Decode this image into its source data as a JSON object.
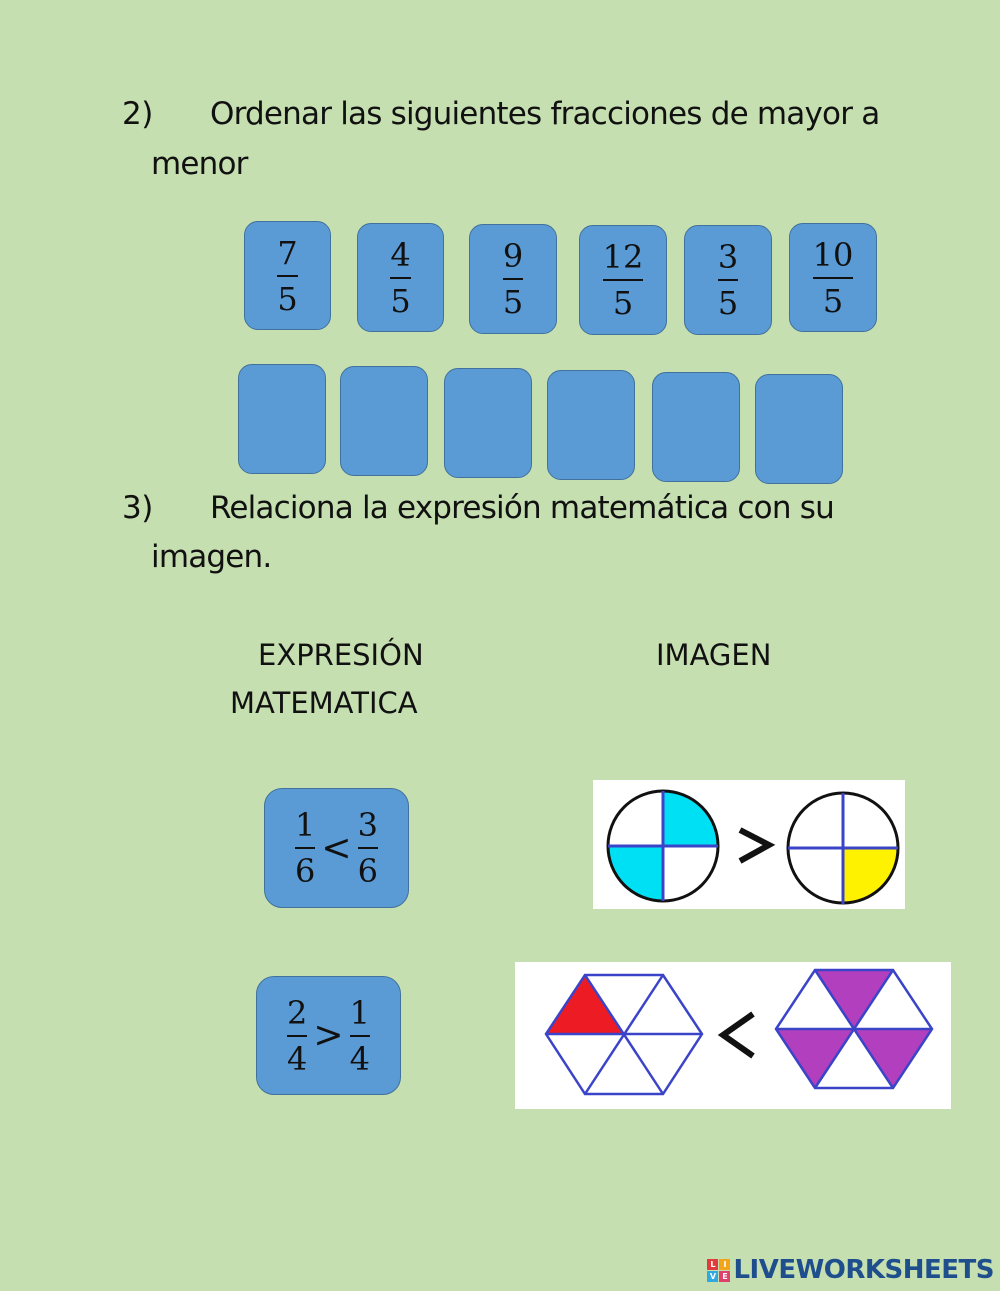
{
  "question2": {
    "number": "2)",
    "line1": "Ordenar las siguientes fracciones de mayor a",
    "line2": "menor",
    "fractions": [
      {
        "num": "7",
        "den": "5"
      },
      {
        "num": "4",
        "den": "5"
      },
      {
        "num": "9",
        "den": "5"
      },
      {
        "num": "12",
        "den": "5"
      },
      {
        "num": "3",
        "den": "5"
      },
      {
        "num": "10",
        "den": "5"
      }
    ],
    "answer_slots": 6
  },
  "question3": {
    "number": "3)",
    "line1": "Relaciona la expresión matemática con su",
    "line2": "imagen.",
    "column_expression_line1": "EXPRESIÓN",
    "column_expression_line2": "MATEMATICA",
    "column_image": "IMAGEN",
    "expressions": [
      {
        "left_num": "1",
        "left_den": "6",
        "operator": "<",
        "right_num": "3",
        "right_den": "6"
      },
      {
        "left_num": "2",
        "left_den": "4",
        "operator": ">",
        "right_num": "1",
        "right_den": "4"
      }
    ],
    "images": [
      {
        "description": "circles-comparison",
        "operator": ">",
        "left_shaded": "2/4",
        "right_shaded": "1/4",
        "left_color": "#00e0f5",
        "right_color": "#fff200"
      },
      {
        "description": "hexagons-comparison",
        "operator": "<",
        "left_shaded": "1/6",
        "right_shaded": "3/6",
        "left_color": "#ed1c24",
        "right_color": "#b23fbd"
      }
    ]
  },
  "footer": {
    "logo_text": "LIVEWORKSHEETS",
    "logo_letters": [
      "L",
      "I",
      "V",
      "E"
    ]
  },
  "colors": {
    "background": "#c5dfb1",
    "card": "#5b9bd5",
    "card_border": "#41719c",
    "logo": "#1e4e8c"
  }
}
